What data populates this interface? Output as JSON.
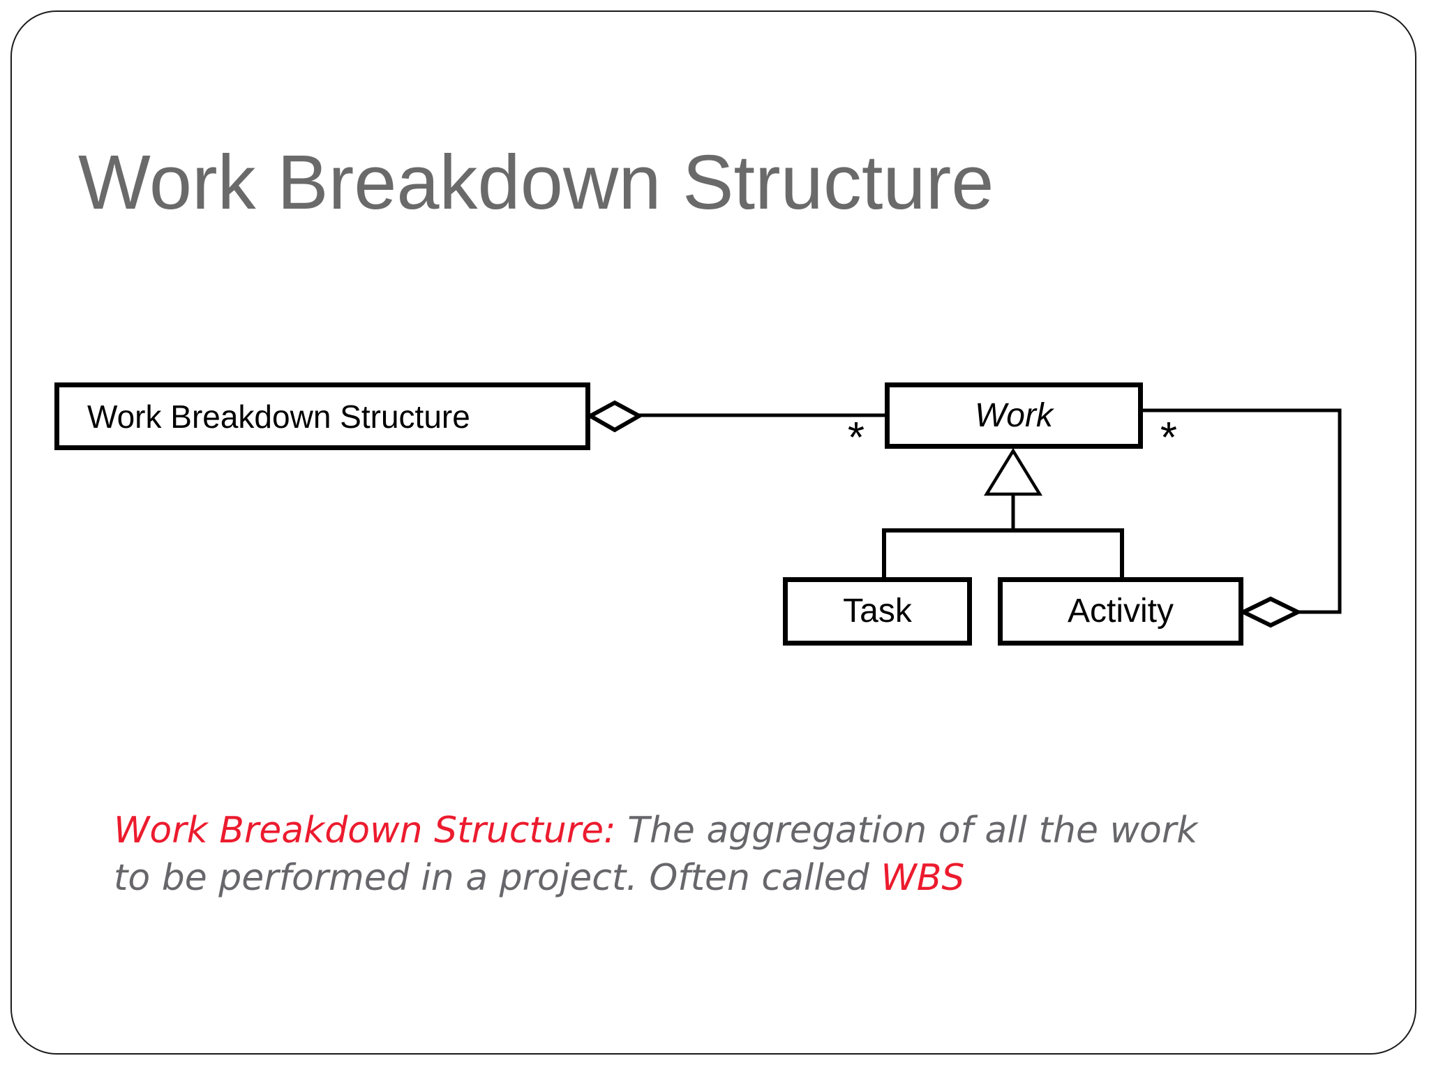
{
  "slide": {
    "title": "Work Breakdown Structure"
  },
  "diagram": {
    "wbs_class": "Work Breakdown Structure",
    "work_class": "Work",
    "task_class": "Task",
    "activity_class": "Activity",
    "multiplicity_left": "*",
    "multiplicity_right": "*"
  },
  "definition": {
    "term": "Work Breakdown Structure:",
    "body_line1": " The aggregation of all the work",
    "body_line2": "to be performed in a project. Often called ",
    "abbreviation": "WBS"
  },
  "colors": {
    "accent_red": "#EC1B2E",
    "title_gray": "#6A6A6A",
    "body_gray": "#67676B",
    "diagram_black": "#000000"
  }
}
